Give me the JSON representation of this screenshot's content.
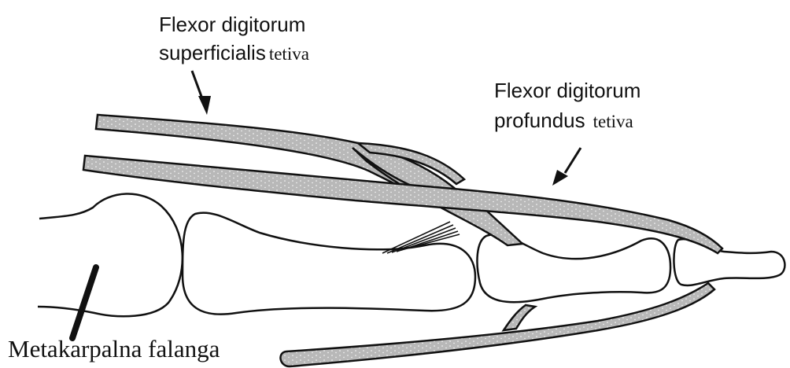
{
  "labels": {
    "fds_line1": "Flexor digitorum",
    "fds_line2_main": "superficialis",
    "fds_line2_suffix": "tetiva",
    "fdp_line1": "Flexor digitorum",
    "fdp_line2_main": "profundus",
    "fdp_line2_suffix": "tetiva",
    "metacarpal": "Metakarpalna falanga"
  },
  "colors": {
    "outline": "#111111",
    "tendon_fill": "#b8b8b8",
    "tendon_speckle": "#ffffff",
    "bone_fill": "#ffffff"
  }
}
